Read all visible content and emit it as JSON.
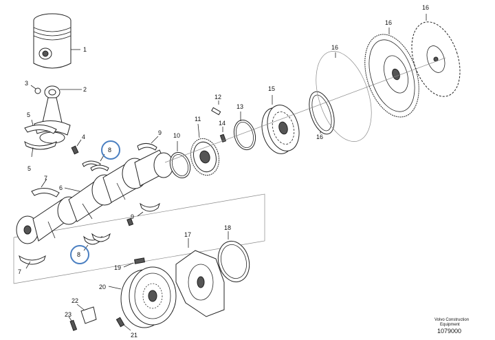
{
  "callouts": {
    "c1": "1",
    "c2": "2",
    "c3": "3",
    "c4": "4",
    "c5a": "5",
    "c5b": "5",
    "c6": "6",
    "c7a": "7",
    "c7b": "7",
    "c8a": "8",
    "c8b": "8",
    "c9a": "9",
    "c9b": "9",
    "c10": "10",
    "c11": "11",
    "c12": "12",
    "c13": "13",
    "c14": "14",
    "c15": "15",
    "c16a": "16",
    "c16b": "16",
    "c16c": "16",
    "c16d": "16",
    "c17": "17",
    "c18": "18",
    "c19": "19",
    "c20": "20",
    "c21": "21",
    "c22": "22",
    "c23": "23"
  },
  "caption": {
    "line1": "Volvo Construction",
    "line2": "Equipment",
    "number": "1079000"
  },
  "colors": {
    "highlight": "#4a7fc1",
    "line": "#222222"
  }
}
